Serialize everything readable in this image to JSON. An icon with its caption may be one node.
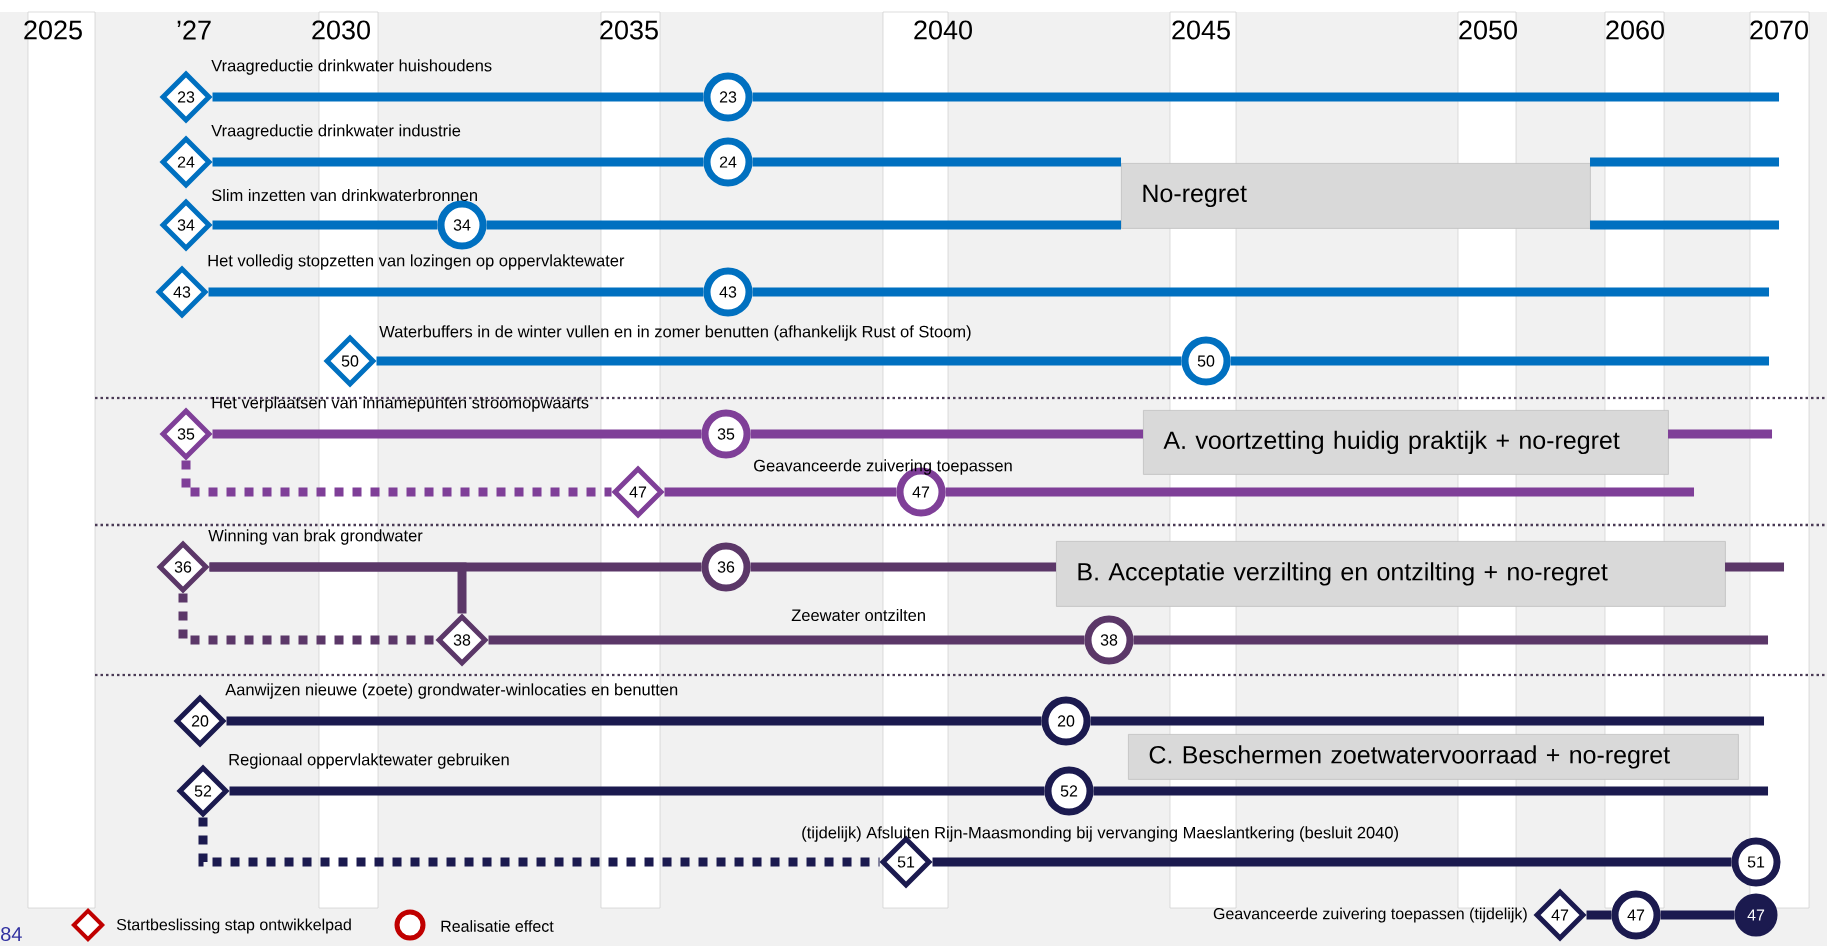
{
  "diagram": {
    "nodes": [
      {
        "text": [
          "No-regret"
        ]
      },
      {
        "text": [
          "A. voortzetting huidig praktijk + no-regret"
        ]
      },
      {
        "text": [
          "B. Acceptatie verzilting en ontzilting + no-regret"
        ]
      },
      {
        "text": [
          "C. Beschermen zoetwatervoorraad + no-regret"
        ]
      },
      {
        "text": [
          "23"
        ]
      },
      {
        "text": [
          "23"
        ]
      },
      {
        "text": [
          "24"
        ]
      },
      {
        "text": [
          "24"
        ]
      },
      {
        "text": [
          "34"
        ]
      },
      {
        "text": [
          "34"
        ]
      },
      {
        "text": [
          "43"
        ]
      },
      {
        "text": [
          "43"
        ]
      },
      {
        "text": [
          "50"
        ]
      },
      {
        "text": [
          "50"
        ]
      },
      {
        "text": [
          "35"
        ]
      },
      {
        "text": [
          "35"
        ]
      },
      {
        "text": [
          "47"
        ]
      },
      {
        "text": [
          "47"
        ]
      },
      {
        "text": [
          "36"
        ]
      },
      {
        "text": [
          "36"
        ]
      },
      {
        "text": [
          "38"
        ]
      },
      {
        "text": [
          "38"
        ]
      },
      {
        "text": [
          "20"
        ]
      },
      {
        "text": [
          "20"
        ]
      },
      {
        "text": [
          "52"
        ]
      },
      {
        "text": [
          "52"
        ]
      },
      {
        "text": [
          "51"
        ]
      },
      {
        "text": [
          "51"
        ]
      },
      {
        "text": [
          "47"
        ],
        "beside": [
          "Geavanceerde zuivering toepassen (tijdelijk)"
        ]
      },
      {
        "text": [
          "47"
        ]
      },
      {
        "text": [
          "47"
        ]
      }
    ],
    "edges": [
      {
        "from": 4,
        "to": 5,
        "arrow": "none",
        "label": "Vraagreductie drinkwater huishoudens",
        "color": "#0070c0"
      },
      {
        "from": 5,
        "to": null,
        "arrow": "none",
        "color": "#0070c0"
      },
      {
        "from": 6,
        "to": 7,
        "arrow": "none",
        "label": "Vraagreductie drinkwater industrie",
        "color": "#0070c0"
      },
      {
        "from": 7,
        "to": null,
        "arrow": "none",
        "color": "#0070c0"
      },
      {
        "from": 8,
        "to": 9,
        "arrow": "none",
        "label": "Slim inzetten van drinkwaterbronnen",
        "color": "#0070c0"
      },
      {
        "from": 9,
        "to": null,
        "arrow": "none",
        "color": "#0070c0"
      },
      {
        "from": 10,
        "to": 11,
        "arrow": "none",
        "label": "Het volledig stopzetten van lozingen op oppervlaktewater",
        "color": "#0070c0"
      },
      {
        "from": 11,
        "to": null,
        "arrow": "none",
        "color": "#0070c0"
      },
      {
        "from": 12,
        "to": 13,
        "arrow": "none",
        "label": "Waterbuffers in de winter vullen en in zomer benutten (afhankelijk Rust of Stoom)",
        "color": "#0070c0"
      },
      {
        "from": 13,
        "to": null,
        "arrow": "none",
        "color": "#0070c0"
      },
      {
        "from": 14,
        "to": 15,
        "arrow": "none",
        "label": "Het verplaatsen van innamepunten stroomopwaarts",
        "color": "#7f3f98"
      },
      {
        "from": 15,
        "to": null,
        "arrow": "none",
        "color": "#7f3f98"
      },
      {
        "from": 14,
        "to": 16,
        "arrow": "none",
        "style": "dashed",
        "color": "#7f3f98"
      },
      {
        "from": 16,
        "to": 17,
        "arrow": "none",
        "label": "Geavanceerde zuivering toepassen",
        "color": "#7f3f98"
      },
      {
        "from": 17,
        "to": null,
        "arrow": "none",
        "color": "#7f3f98"
      },
      {
        "from": 18,
        "to": 19,
        "arrow": "none",
        "label": "Winning van brak grondwater",
        "color": "#5b3768"
      },
      {
        "from": 19,
        "to": null,
        "arrow": "none",
        "color": "#5b3768"
      },
      {
        "from": 18,
        "to": 20,
        "arrow": "none",
        "style": "dashed",
        "color": "#5b3768"
      },
      {
        "from": 18,
        "to": 20,
        "arrow": "none",
        "color": "#5b3768"
      },
      {
        "from": 20,
        "to": 21,
        "arrow": "none",
        "label": "Zeewater ontzilten",
        "color": "#5b3768"
      },
      {
        "from": 21,
        "to": null,
        "arrow": "none",
        "color": "#5b3768"
      },
      {
        "from": 22,
        "to": 23,
        "arrow": "none",
        "label": "Aanwijzen nieuwe (zoete) grondwater-winlocaties en benutten",
        "color": "#1b1a4f"
      },
      {
        "from": 23,
        "to": null,
        "arrow": "none",
        "color": "#1b1a4f"
      },
      {
        "from": 24,
        "to": 25,
        "arrow": "none",
        "label": "Regionaal oppervlaktewater gebruiken",
        "color": "#1b1a4f"
      },
      {
        "from": 25,
        "to": null,
        "arrow": "none",
        "color": "#1b1a4f"
      },
      {
        "from": 24,
        "to": 26,
        "arrow": "none",
        "style": "dashed",
        "color": "#1b1a4f"
      },
      {
        "from": 26,
        "to": 27,
        "arrow": "none",
        "label": "(tijdelijk) Afsluiten Rijn-Maasmonding bij vervanging Maeslantkering (besluit 2040)",
        "color": "#1b1a4f"
      },
      {
        "from": 28,
        "to": 29,
        "arrow": "none",
        "color": "#1b1a4f"
      },
      {
        "from": 29,
        "to": 30,
        "arrow": "none",
        "color": "#1b1a4f"
      }
    ],
    "labels": [
      "2025",
      "’27",
      "2030",
      "2035",
      "2040",
      "2045",
      "2050",
      "2060",
      "2070",
      "84"
    ],
    "legend": [
      {
        "text": "Startbeslissing stap ontwikkelpad"
      },
      {
        "text": "Realisatie effect"
      }
    ]
  }
}
